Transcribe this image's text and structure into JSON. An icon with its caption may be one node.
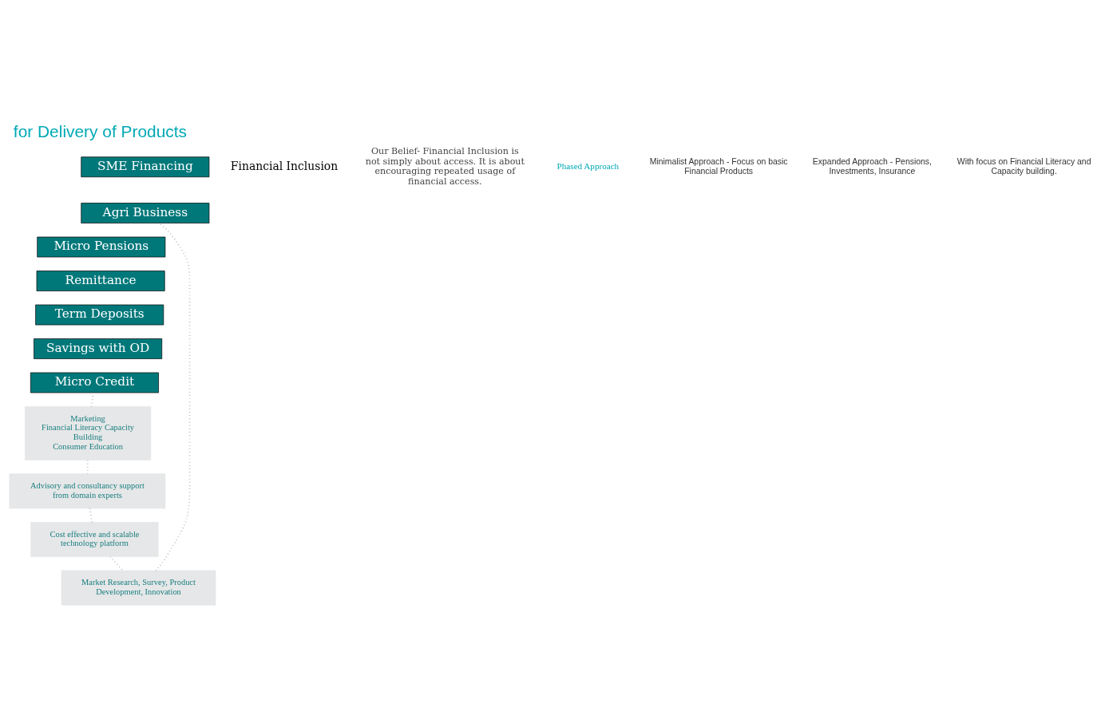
{
  "diagram": {
    "title": "for Delivery of Products",
    "nodes": [
      {
        "text": [
          "SME Financing"
        ]
      },
      {
        "text": [
          "Agri Business"
        ]
      },
      {
        "text": [
          "Micro Pensions"
        ]
      },
      {
        "text": [
          "Remittance"
        ]
      },
      {
        "text": [
          "Term Deposits"
        ]
      },
      {
        "text": [
          "Savings with OD"
        ]
      },
      {
        "text": [
          "Micro Credit"
        ]
      },
      {
        "text": [
          "Market Research, Survey, Product Development, Innovation"
        ]
      },
      {
        "text": [
          "Cost effective and scalable technology platform"
        ]
      },
      {
        "text": [
          "Advisory and consultancy support from domain experts"
        ]
      },
      {
        "text": [
          "Marketing",
          "Financial Literacy Capacity Building",
          "Consumer Education"
        ]
      }
    ],
    "edges": [
      {
        "from": 6,
        "to": 10,
        "arrow": "none",
        "style": "dashed"
      },
      {
        "from": 10,
        "to": 9,
        "arrow": "none",
        "style": "dashed"
      },
      {
        "from": 9,
        "to": 8,
        "arrow": "none",
        "style": "dashed"
      },
      {
        "from": 8,
        "to": 7,
        "arrow": "none",
        "style": "dashed"
      },
      {
        "from": 7,
        "to": 1,
        "arrow": "none",
        "style": "dashed"
      }
    ],
    "labels": [
      "Financial Inclusion",
      "Our Belief- Financial Inclusion is not simply about access. It is about encouraging repeated usage of financial access.",
      "Phased Approach",
      "Minimalist Approach - Focus on basic Financial Products",
      "Expanded Approach - Pensions, Investments, Insurance",
      "With focus on Financial Literacy and Capacity building."
    ]
  }
}
